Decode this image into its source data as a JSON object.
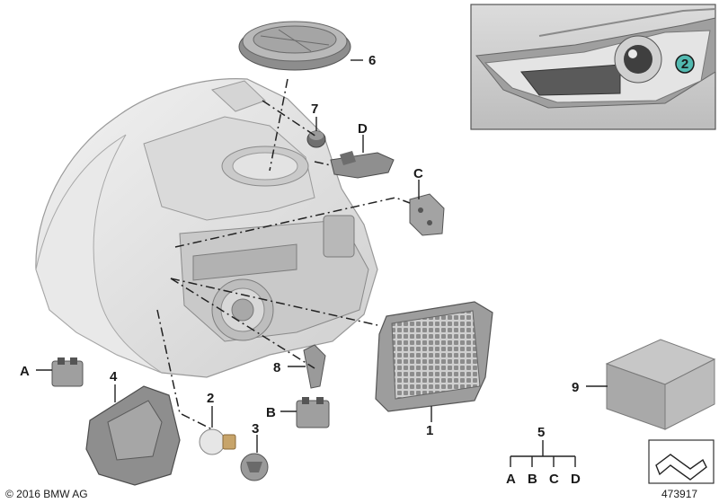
{
  "callouts": {
    "p1": "1",
    "p2": "2",
    "p3": "3",
    "p4": "4",
    "p5": "5",
    "p6": "6",
    "p7": "7",
    "p8": "8",
    "p9": "9",
    "a": "A",
    "b": "B",
    "c": "C",
    "d": "D",
    "tree_a": "A",
    "tree_b": "B",
    "tree_c": "C",
    "tree_d": "D"
  },
  "inset": {
    "marker": "2"
  },
  "footer": {
    "copyright": "© 2016 BMW AG",
    "diagram_number": "473917"
  }
}
